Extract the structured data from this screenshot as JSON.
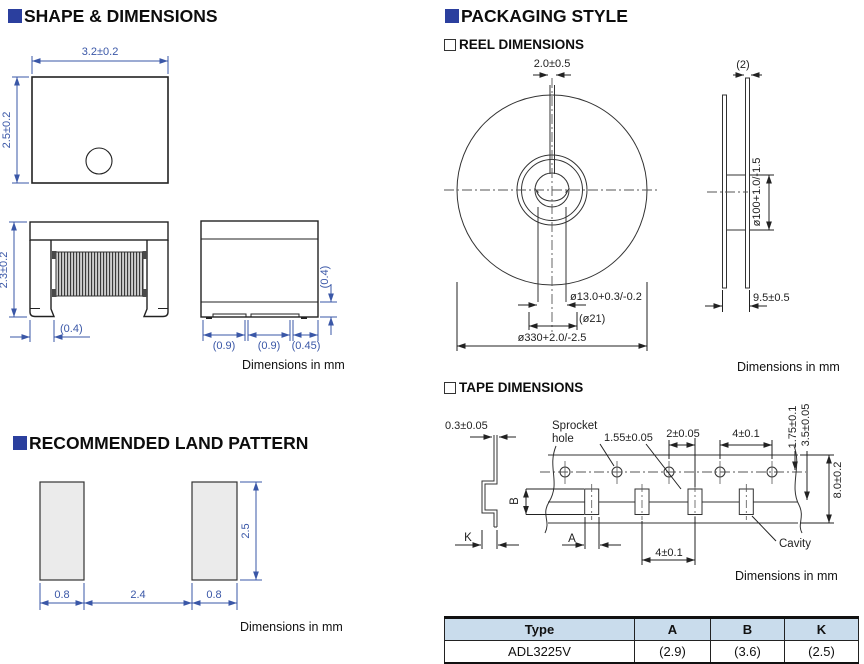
{
  "shape": {
    "title": "SHAPE & DIMENSIONS",
    "note": "Dimensions in mm",
    "top_view": {
      "width": "3.2±0.2",
      "height": "2.5±0.2"
    },
    "front_view": {
      "height": "2.3±0.2",
      "foot_width": "(0.4)"
    },
    "side_view": {
      "pad1": "(0.9)",
      "pad2": "(0.9)",
      "pad3": "(0.45)",
      "standoff": "(0.4)"
    }
  },
  "land_pattern": {
    "title": "RECOMMENDED LAND PATTERN",
    "note": "Dimensions in mm",
    "pad_width_left": "0.8",
    "gap": "2.4",
    "pad_width_right": "0.8",
    "pad_height": "2.5"
  },
  "packaging": {
    "title": "PACKAGING STYLE",
    "reel": {
      "title": "REEL DIMENSIONS",
      "note": "Dimensions in mm",
      "slot_width": "2.0±0.5",
      "hole_dia": "ø13.0+0.3/-0.2",
      "hub_dia": "(ø21)",
      "outer_dia": "ø330+2.0/-2.5",
      "flange_thickness": "(2)",
      "core_dia": "ø100+1.0/-1.5",
      "reel_width": "9.5±0.5"
    },
    "tape": {
      "title": "TAPE DIMENSIONS",
      "note": "Dimensions in mm",
      "thickness": "0.3±0.05",
      "sprocket_line1": "Sprocket",
      "sprocket_line2": "hole",
      "sprocket_dia": "1.55±0.05",
      "hole_to_cavity": "2±0.05",
      "sprocket_pitch": "4±0.1",
      "edge_to_hole": "1.75±0.1",
      "hole_to_center": "3.5±0.05",
      "tape_width": "8.0±0.2",
      "cavity_pitch": "4±0.1",
      "cavity_label": "Cavity",
      "dim_a": "A",
      "dim_b": "B",
      "dim_k": "K"
    }
  },
  "table": {
    "headers": [
      "Type",
      "A",
      "B",
      "K"
    ],
    "rows": [
      [
        "ADL3225V",
        "(2.9)",
        "(3.6)",
        "(2.5)"
      ]
    ]
  },
  "colors": {
    "accent_blue": "#2b3f9e",
    "dim_blue": "#3a57a7",
    "table_header_bg": "#c9dcec"
  }
}
